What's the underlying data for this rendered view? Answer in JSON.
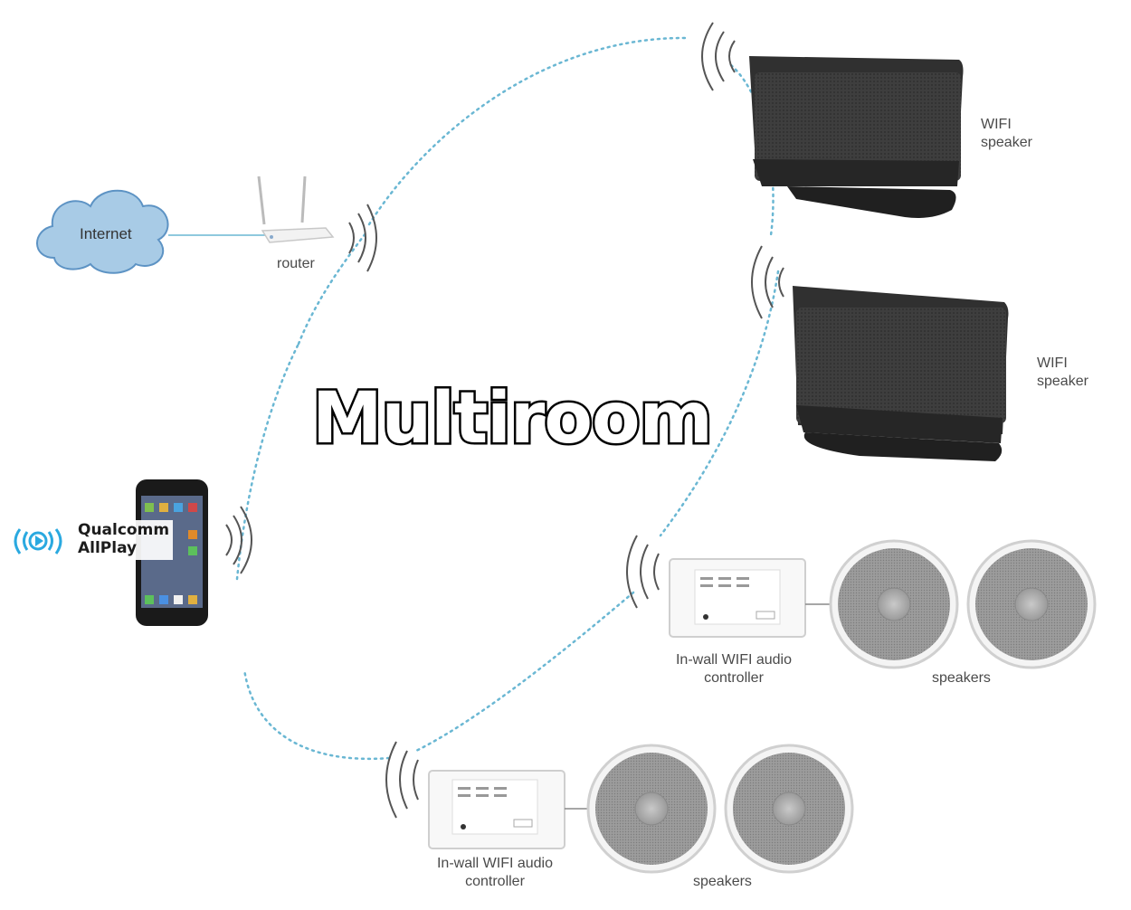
{
  "title": "Multiroom",
  "nodes": {
    "internet": "Internet",
    "router": "router",
    "app_brand_line1": "Qualcomm",
    "app_brand_line2": "AllPlay",
    "wifi_speaker_1": [
      "WIFI",
      "speaker"
    ],
    "wifi_speaker_2": [
      "WIFI",
      "speaker"
    ],
    "controller_1": [
      "In-wall WIFI audio",
      "controller"
    ],
    "controller_2": [
      "In-wall WIFI audio",
      "controller"
    ],
    "speakers_1": "speakers",
    "speakers_2": "speakers"
  },
  "colors": {
    "wifi_link": "#6ab7d3",
    "cloud_fill": "#a8cbe6",
    "cloud_stroke": "#5d93c4",
    "speaker_body": "#3c3c3c",
    "allplay_blue": "#2aa9e0"
  }
}
